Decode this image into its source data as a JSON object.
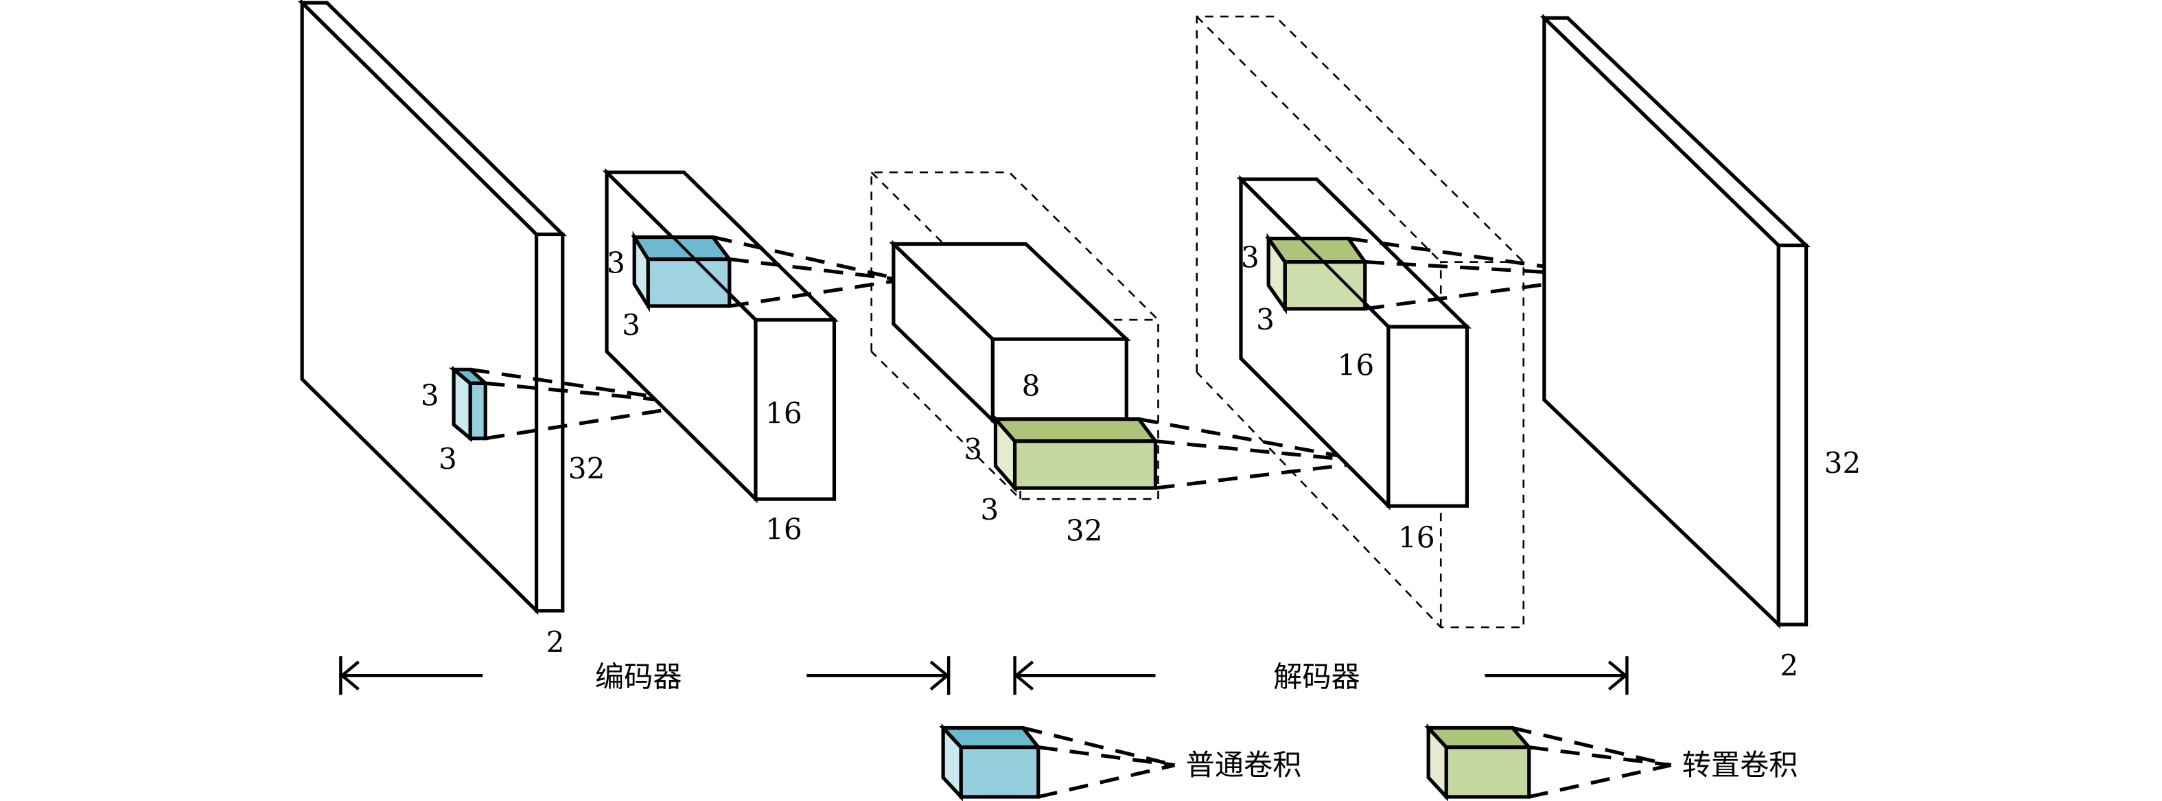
{
  "labels": {
    "input_k1": "3",
    "input_k2": "3",
    "input_h": "32",
    "input_c": "2",
    "enc_k1": "3",
    "enc_k2": "3",
    "enc_h": "16",
    "enc_w": "16",
    "mid_c": "8",
    "mid_k1": "3",
    "mid_k2": "3",
    "mid_w": "32",
    "dec_k1": "3",
    "dec_k2": "3",
    "dec_h": "16",
    "dec_w": "16",
    "out_h": "32",
    "out_c": "2"
  },
  "sections": {
    "encoder": "编码器",
    "decoder": "解码器"
  },
  "legend": {
    "conv": "普通卷积",
    "transposed_conv": "转置卷积"
  },
  "colors": {
    "conv_top": "#6bbad0",
    "conv_front": "#95cedc",
    "conv_side": "#cde9f0",
    "tconv_top": "#adc57a",
    "tconv_front": "#c6d8a2",
    "tconv_side": "#e3ecd0"
  }
}
